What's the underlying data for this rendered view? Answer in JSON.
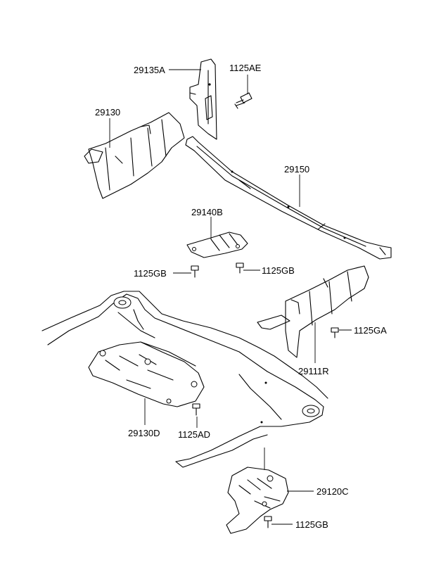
{
  "labels": {
    "p29135A": "29135A",
    "p1125AE": "1125AE",
    "p29130": "29130",
    "p29150": "29150",
    "p29140B": "29140B",
    "p1125GB_a": "1125GB",
    "p1125GB_b": "1125GB",
    "p1125GA": "1125GA",
    "p29111R": "29111R",
    "p29130D": "29130D",
    "p1125AD": "1125AD",
    "p29120C": "29120C",
    "p1125GB_c": "1125GB"
  }
}
